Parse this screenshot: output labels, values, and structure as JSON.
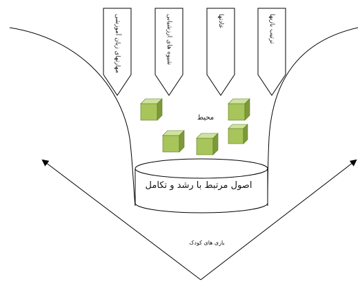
{
  "diagram": {
    "top_labels": [
      "مهارتهای زبان آموزشی",
      "شیوه های ارزشیابی",
      "عادتها",
      "ترتیب بازیها"
    ],
    "center_label": "محیط",
    "base_label": "اصول مرتبط با رشد و تکامل",
    "bottom_label": "بازی های کودک",
    "colors": {
      "line": "#000000",
      "cube_front": "#a7c55b",
      "cube_top": "#cfe3a0",
      "cube_side": "#7d9a3a",
      "cube_edge": "#5f7a24"
    }
  }
}
